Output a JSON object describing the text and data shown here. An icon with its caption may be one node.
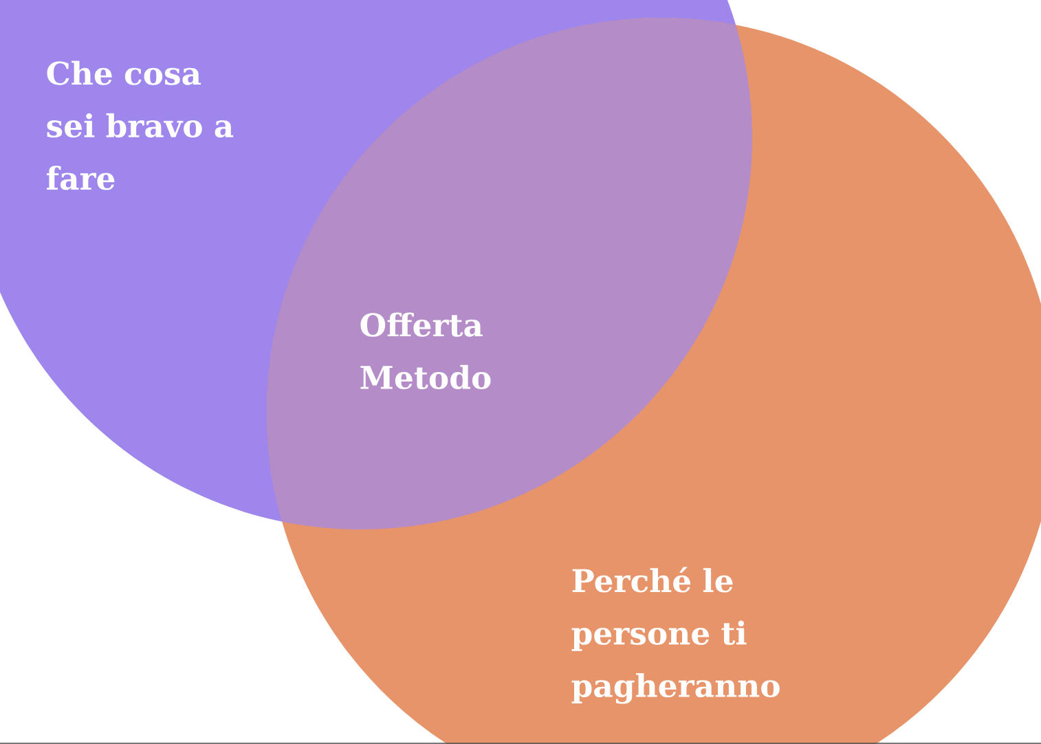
{
  "diagram": {
    "nodes": [
      {
        "text": [
          "Che cosa sei bravo a fare"
        ]
      },
      {
        "text": [
          "Perché le persone ti pagheranno"
        ]
      }
    ],
    "labels": [
      "Offerta Metodo"
    ]
  }
}
